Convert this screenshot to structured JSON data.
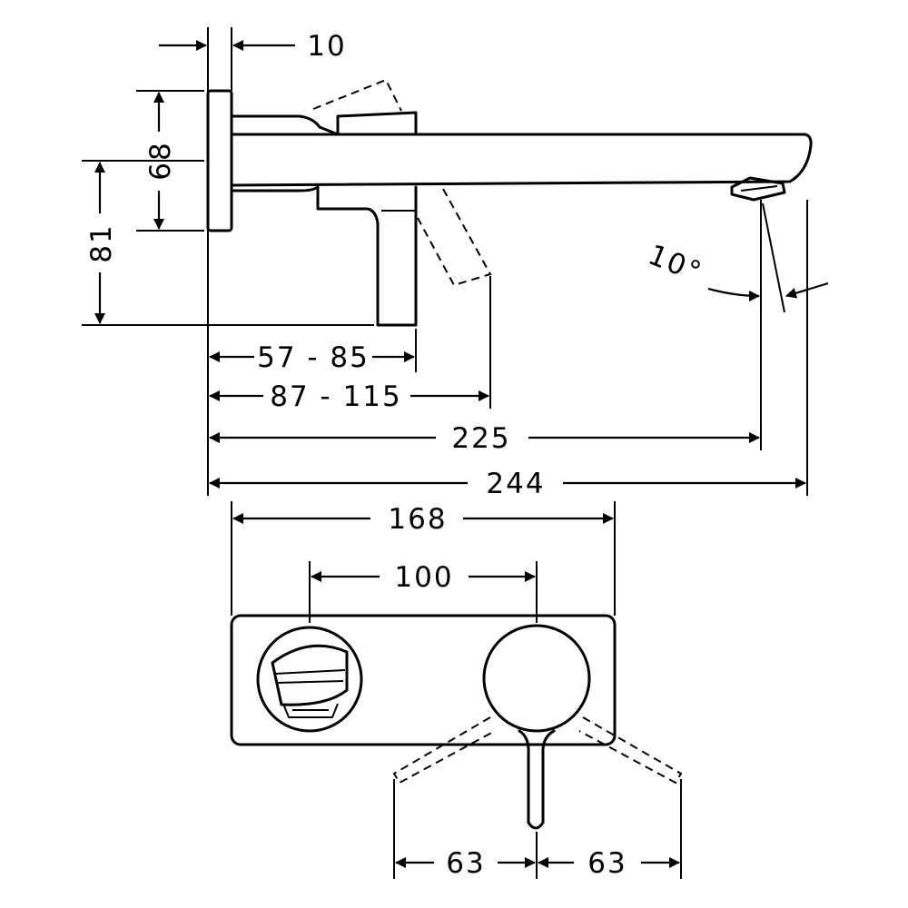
{
  "dimensions": {
    "wall_plate_thickness": "10",
    "plate_height": "68",
    "total_height": "81",
    "handle_projection": "57 - 85",
    "handle_projection_with_lever": "87 - 115",
    "spout_outlet_projection": "225",
    "spout_total_projection": "244",
    "spout_angle": "10°",
    "front_plate_width": "168",
    "axis_distance": "100",
    "lever_swing_left": "63",
    "lever_swing_right": "63"
  }
}
